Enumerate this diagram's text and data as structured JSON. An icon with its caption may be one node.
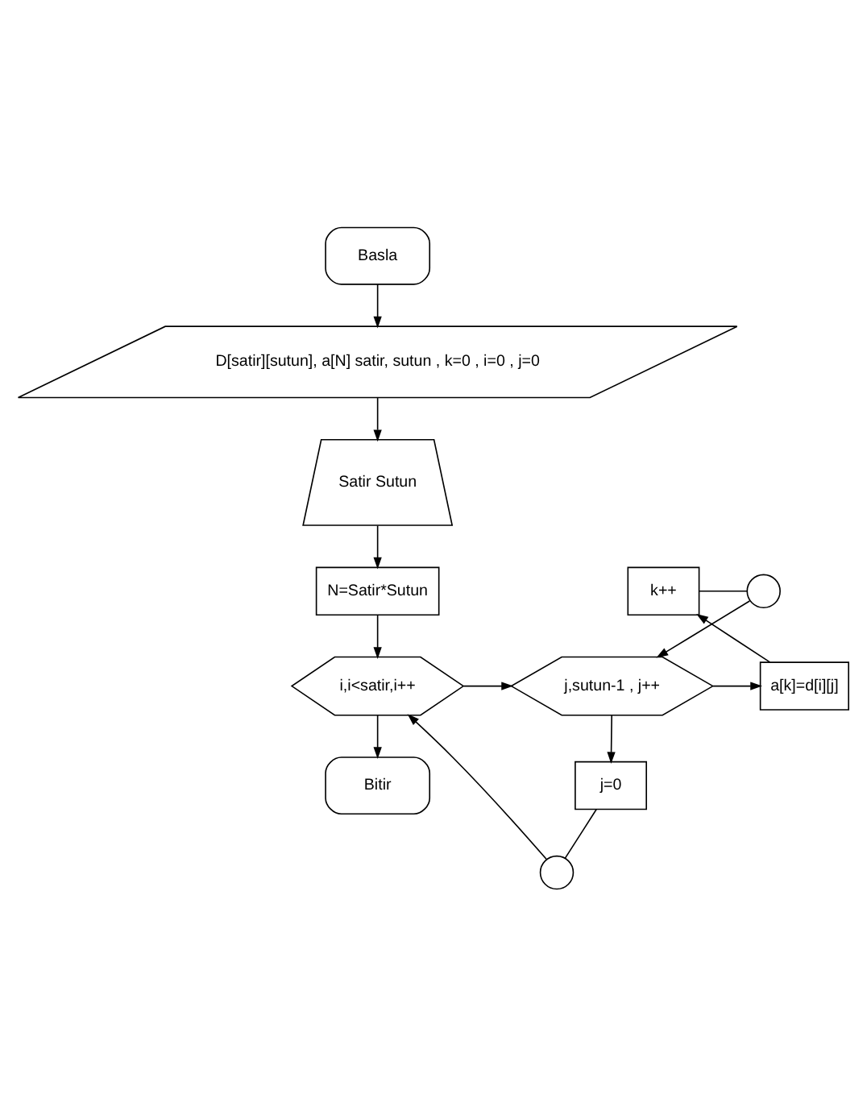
{
  "diagram": {
    "nodes": [
      {
        "text": [
          "Basla"
        ]
      },
      {
        "text": [
          "D[satir][sutun], a[N] satir, sutun , k=0 , i=0 , j=0"
        ]
      },
      {
        "text": [
          "Satir Sutun"
        ]
      },
      {
        "text": [
          "N=Satir*Sutun"
        ]
      },
      {
        "text": [
          "i,i<satir,i++"
        ]
      },
      {
        "text": [
          "Bitir"
        ]
      },
      {
        "text": [
          "j,sutun-1 , j++"
        ]
      },
      {
        "text": [
          "a[k]=d[i][j]"
        ]
      },
      {
        "text": [
          "k++"
        ]
      },
      {
        "text": [],
        "shape": "circle"
      },
      {
        "text": [
          "j=0"
        ]
      },
      {
        "text": [],
        "shape": "circle"
      }
    ],
    "edges": [
      {
        "from": 0,
        "to": 1,
        "arrow": "to"
      },
      {
        "from": 1,
        "to": 2,
        "arrow": "to"
      },
      {
        "from": 2,
        "to": 3,
        "arrow": "to"
      },
      {
        "from": 3,
        "to": 4,
        "arrow": "to"
      },
      {
        "from": 4,
        "to": 5,
        "arrow": "to"
      },
      {
        "from": 4,
        "to": 6,
        "arrow": "to"
      },
      {
        "from": 6,
        "to": 7,
        "arrow": "to"
      },
      {
        "from": 7,
        "to": 8,
        "arrow": "to"
      },
      {
        "from": 8,
        "to": 9,
        "arrow": "none"
      },
      {
        "from": 9,
        "to": 6,
        "arrow": "to"
      },
      {
        "from": 6,
        "to": 10,
        "arrow": "to"
      },
      {
        "from": 10,
        "to": 11,
        "arrow": "none"
      },
      {
        "from": 11,
        "to": 4,
        "arrow": "to"
      }
    ]
  }
}
